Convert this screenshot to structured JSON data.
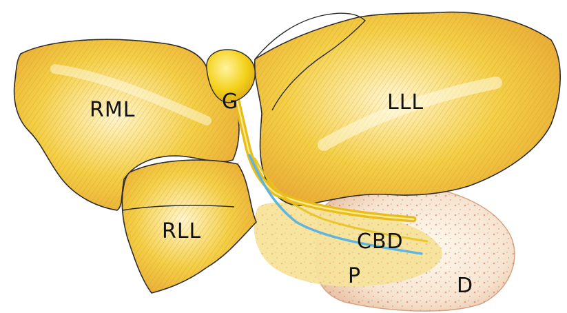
{
  "labels": {
    "rml": "RML",
    "lll": "LLL",
    "rll": "RLL",
    "g": "G",
    "cbd": "CBD",
    "p": "P",
    "d": "D"
  },
  "colors": {
    "background": "#ffffff",
    "lobe_fill": "#f1cc3c",
    "lobe_shade": "#d9902e",
    "lobe_highlight": "#fff3c4",
    "outline": "#2a2a2a",
    "gallbladder": "#f5d21b",
    "duct_yellow": "#ecc31c",
    "duct_blue": "#5fb4e0",
    "pancreas": "#f6e49a",
    "duodenum": "#f7e7d6",
    "duodenum_spots": "#c9482f",
    "text": "#111111"
  }
}
